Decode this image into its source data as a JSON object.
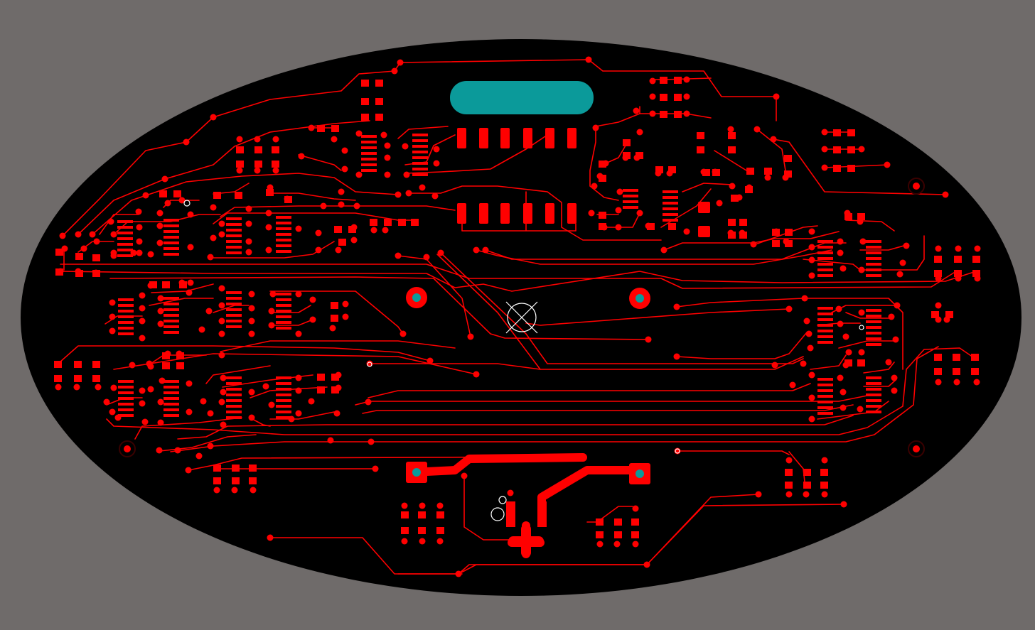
{
  "view": {
    "background_color": "#6f6b6a",
    "board_color": "#000000",
    "copper_color": "#ff0000",
    "plated_color": "#0b9a9a",
    "marker_color": "#ffffff"
  },
  "board": {
    "shape": "ellipse",
    "layer": "top-copper"
  },
  "components": {
    "ic_packages": 28,
    "connector": "slot-connector",
    "mounting_holes": 4,
    "origin_marker": "crosshair-circle-icon"
  }
}
